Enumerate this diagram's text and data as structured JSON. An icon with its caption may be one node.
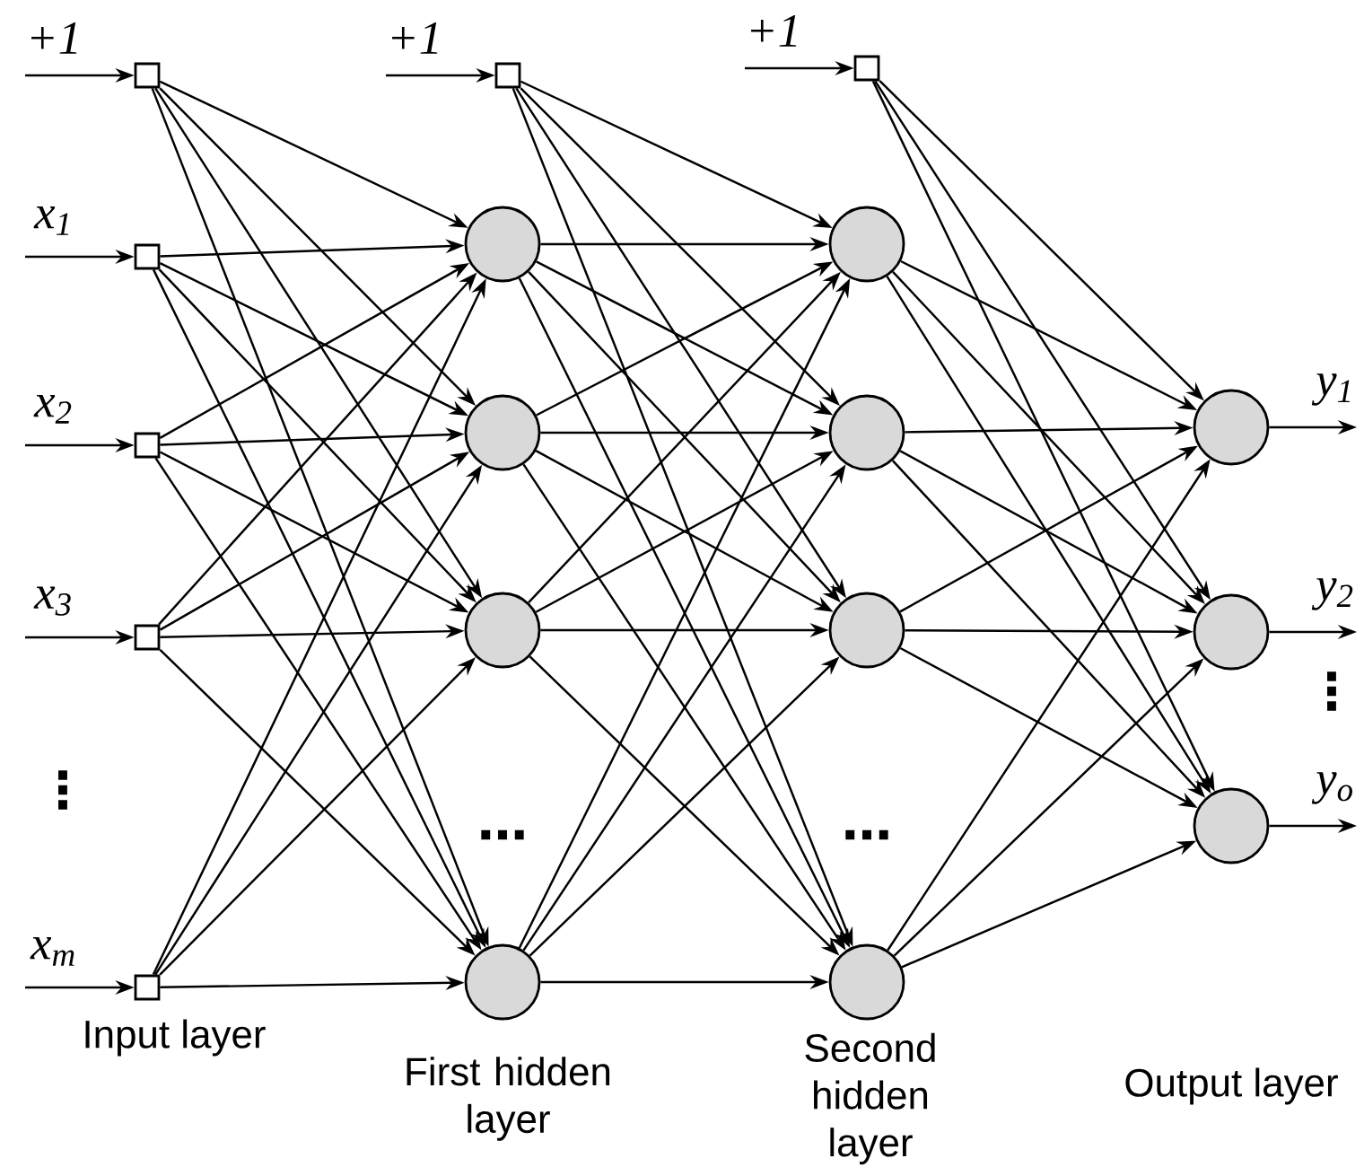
{
  "diagram": {
    "nodes": [
      {
        "text": [],
        "shape": "box",
        "beside": [
          "+1"
        ]
      },
      {
        "text": [],
        "shape": "box",
        "beside": [
          "x$_{1}$"
        ]
      },
      {
        "text": [],
        "shape": "box",
        "beside": [
          "x$_{2}$"
        ]
      },
      {
        "text": [],
        "shape": "box",
        "beside": [
          "x$_{3}$"
        ]
      },
      {
        "text": [],
        "shape": "box",
        "beside": [
          "x$_{m}$"
        ]
      },
      {
        "text": [],
        "shape": "box",
        "beside": [
          "+1"
        ]
      },
      {
        "text": [],
        "shape": "circle"
      },
      {
        "text": [],
        "shape": "circle"
      },
      {
        "text": [],
        "shape": "circle"
      },
      {
        "text": [],
        "shape": "circle"
      },
      {
        "text": [],
        "shape": "box",
        "beside": [
          "+1"
        ]
      },
      {
        "text": [],
        "shape": "circle"
      },
      {
        "text": [],
        "shape": "circle"
      },
      {
        "text": [],
        "shape": "circle"
      },
      {
        "text": [],
        "shape": "circle"
      },
      {
        "text": [],
        "shape": "circle",
        "beside": [
          "y$_{1}$"
        ]
      },
      {
        "text": [],
        "shape": "circle",
        "beside": [
          "y$_{2}$"
        ]
      },
      {
        "text": [],
        "shape": "circle",
        "beside": [
          "y$_{o}$"
        ]
      }
    ],
    "edges": [
      {
        "from": null,
        "to": 0,
        "arrow": "to"
      },
      {
        "from": null,
        "to": 1,
        "arrow": "to"
      },
      {
        "from": null,
        "to": 2,
        "arrow": "to"
      },
      {
        "from": null,
        "to": 3,
        "arrow": "to"
      },
      {
        "from": null,
        "to": 4,
        "arrow": "to"
      },
      {
        "from": null,
        "to": 5,
        "arrow": "to"
      },
      {
        "from": null,
        "to": 10,
        "arrow": "to"
      },
      {
        "from": 0,
        "to": 6,
        "arrow": "to"
      },
      {
        "from": 0,
        "to": 7,
        "arrow": "to"
      },
      {
        "from": 0,
        "to": 8,
        "arrow": "to"
      },
      {
        "from": 0,
        "to": 9,
        "arrow": "to"
      },
      {
        "from": 1,
        "to": 6,
        "arrow": "to"
      },
      {
        "from": 1,
        "to": 7,
        "arrow": "to"
      },
      {
        "from": 1,
        "to": 8,
        "arrow": "to"
      },
      {
        "from": 1,
        "to": 9,
        "arrow": "to"
      },
      {
        "from": 2,
        "to": 6,
        "arrow": "to"
      },
      {
        "from": 2,
        "to": 7,
        "arrow": "to"
      },
      {
        "from": 2,
        "to": 8,
        "arrow": "to"
      },
      {
        "from": 2,
        "to": 9,
        "arrow": "to"
      },
      {
        "from": 3,
        "to": 6,
        "arrow": "to"
      },
      {
        "from": 3,
        "to": 7,
        "arrow": "to"
      },
      {
        "from": 3,
        "to": 8,
        "arrow": "to"
      },
      {
        "from": 3,
        "to": 9,
        "arrow": "to"
      },
      {
        "from": 4,
        "to": 6,
        "arrow": "to"
      },
      {
        "from": 4,
        "to": 7,
        "arrow": "to"
      },
      {
        "from": 4,
        "to": 8,
        "arrow": "to"
      },
      {
        "from": 4,
        "to": 9,
        "arrow": "to"
      },
      {
        "from": 5,
        "to": 11,
        "arrow": "to"
      },
      {
        "from": 5,
        "to": 12,
        "arrow": "to"
      },
      {
        "from": 5,
        "to": 13,
        "arrow": "to"
      },
      {
        "from": 5,
        "to": 14,
        "arrow": "to"
      },
      {
        "from": 6,
        "to": 11,
        "arrow": "to"
      },
      {
        "from": 6,
        "to": 12,
        "arrow": "to"
      },
      {
        "from": 6,
        "to": 13,
        "arrow": "to"
      },
      {
        "from": 6,
        "to": 14,
        "arrow": "to"
      },
      {
        "from": 7,
        "to": 11,
        "arrow": "to"
      },
      {
        "from": 7,
        "to": 12,
        "arrow": "to"
      },
      {
        "from": 7,
        "to": 13,
        "arrow": "to"
      },
      {
        "from": 7,
        "to": 14,
        "arrow": "to"
      },
      {
        "from": 8,
        "to": 11,
        "arrow": "to"
      },
      {
        "from": 8,
        "to": 12,
        "arrow": "to"
      },
      {
        "from": 8,
        "to": 13,
        "arrow": "to"
      },
      {
        "from": 8,
        "to": 14,
        "arrow": "to"
      },
      {
        "from": 9,
        "to": 11,
        "arrow": "to"
      },
      {
        "from": 9,
        "to": 12,
        "arrow": "to"
      },
      {
        "from": 9,
        "to": 13,
        "arrow": "to"
      },
      {
        "from": 9,
        "to": 14,
        "arrow": "to"
      },
      {
        "from": 10,
        "to": 15,
        "arrow": "to"
      },
      {
        "from": 10,
        "to": 16,
        "arrow": "to"
      },
      {
        "from": 10,
        "to": 17,
        "arrow": "to"
      },
      {
        "from": 11,
        "to": 15,
        "arrow": "to"
      },
      {
        "from": 11,
        "to": 16,
        "arrow": "to"
      },
      {
        "from": 11,
        "to": 17,
        "arrow": "to"
      },
      {
        "from": 12,
        "to": 15,
        "arrow": "to"
      },
      {
        "from": 12,
        "to": 16,
        "arrow": "to"
      },
      {
        "from": 12,
        "to": 17,
        "arrow": "to"
      },
      {
        "from": 13,
        "to": 15,
        "arrow": "to"
      },
      {
        "from": 13,
        "to": 16,
        "arrow": "to"
      },
      {
        "from": 13,
        "to": 17,
        "arrow": "to"
      },
      {
        "from": 14,
        "to": 15,
        "arrow": "to"
      },
      {
        "from": 14,
        "to": 16,
        "arrow": "to"
      },
      {
        "from": 14,
        "to": 17,
        "arrow": "to"
      },
      {
        "from": 15,
        "to": null,
        "arrow": "to"
      },
      {
        "from": 16,
        "to": null,
        "arrow": "to"
      },
      {
        "from": 17,
        "to": null,
        "arrow": "to"
      }
    ],
    "labels": [
      "⋮",
      "…",
      "…",
      "⋮",
      "Input layer",
      "First hidden layer",
      "Second hidden layer",
      "Output layer"
    ]
  }
}
